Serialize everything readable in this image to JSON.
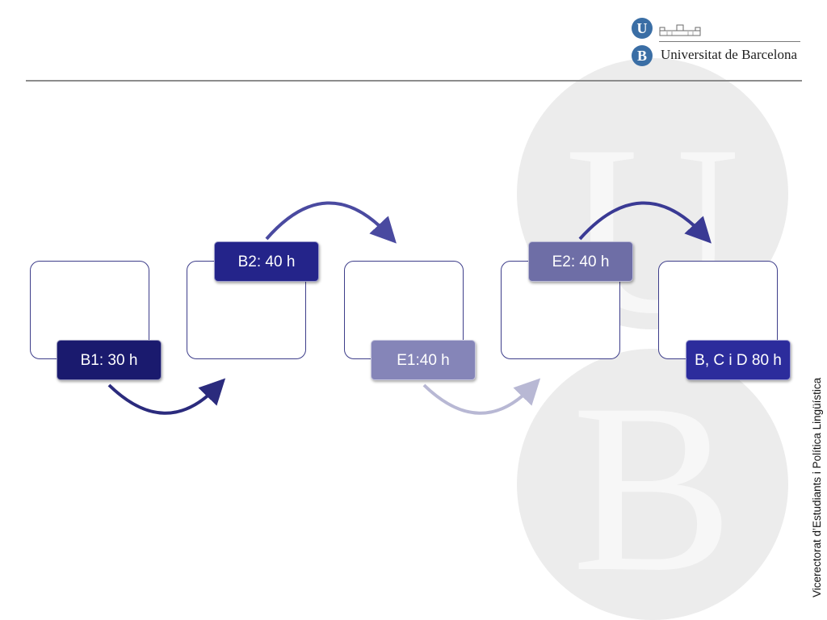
{
  "header": {
    "logo_letter_top": "U",
    "logo_letter_bottom": "B",
    "university_name": "Universitat de Barcelona"
  },
  "watermark": {
    "letter_top": "U",
    "letter_bottom": "B"
  },
  "steps": [
    {
      "label": "B1: 30 h",
      "label_position": "bottom",
      "color": "#1a1a6e"
    },
    {
      "label": "B2: 40 h",
      "label_position": "top",
      "color": "#24248a"
    },
    {
      "label": "E1:40 h",
      "label_position": "bottom",
      "color": "#8585b8"
    },
    {
      "label": "E2: 40 h",
      "label_position": "top",
      "color": "#6e6ea6"
    },
    {
      "label": "B, C i D 80 h",
      "label_position": "bottom",
      "color": "#2c2c9c"
    }
  ],
  "connectors": [
    {
      "from": "B1: 30 h",
      "to": "B2: 40 h",
      "color": "#2b2b7d"
    },
    {
      "from": "B2: 40 h",
      "to": "E1:40 h",
      "color": "#4a4aa0"
    },
    {
      "from": "E1:40 h",
      "to": "E2: 40 h",
      "color": "#b8b8d4"
    },
    {
      "from": "E2: 40 h",
      "to": "B, C i D 80 h",
      "color": "#3a3a94"
    }
  ],
  "footer": {
    "vertical_caption": "Vicerectorat d’Estudiants i Política Lingüística"
  }
}
